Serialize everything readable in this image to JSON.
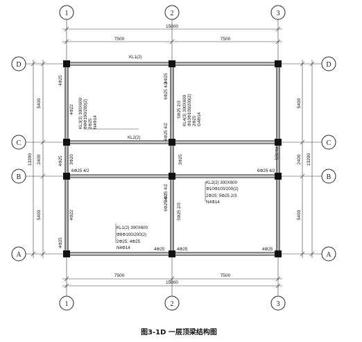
{
  "caption": "图3-1D    一层顶梁结构图",
  "axes": {
    "columns": [
      {
        "name": "col-axis-1",
        "label": "1"
      },
      {
        "name": "col-axis-2",
        "label": "2"
      },
      {
        "name": "col-axis-3",
        "label": "3"
      }
    ],
    "rows": [
      {
        "name": "row-axis-D",
        "label": "D"
      },
      {
        "name": "row-axis-C",
        "label": "C"
      },
      {
        "name": "row-axis-B",
        "label": "B"
      },
      {
        "name": "row-axis-A",
        "label": "A"
      }
    ]
  },
  "dimensions": {
    "top_total": "15000",
    "top_left": "7500",
    "top_right": "7500",
    "bottom_left": "7500",
    "bottom_right": "7500",
    "bottom_total": "15000",
    "left_dc": "5400",
    "left_cb": "2400",
    "left_ba": "5400",
    "left_total": "13200",
    "right_dc": "5400",
    "right_cb": "2400",
    "right_ba": "5400",
    "right_total": "13200"
  },
  "labels": {
    "kl1_top": "KL1(2)",
    "kl2_mid": "KL2(2)",
    "kl3_right": "KL3(3)",
    "d1_4phi25": "4Φ25",
    "d1_4phi22": "4Φ22",
    "kl3_left_block": [
      "KL3(3) 300X600",
      "Φ8Φ100/200(2)",
      "2Φ25",
      "N4Φ14"
    ],
    "mid_top_4phi25": "4Φ25",
    "mid_top_6phi25_42": "6Φ25  4/2",
    "kl4_block": [
      "KL4(3) 300X600",
      "Φ10Φ100/200(2)",
      "2Φ25",
      "G4Φ14"
    ],
    "mid_5phi25_23_upper": "5Φ25  2/3",
    "mid_6phi25_42_upper2": "6Φ25  4/2",
    "c_left_4phi25": "4Φ25",
    "c_left_3phi20": "3Φ20",
    "c_mid_6phi25_42": "6Φ25  4/2",
    "b_left_6phi25_42": "6Φ25  4/2",
    "b_mid_3phi25": "3Φ25",
    "b_right_6phi25_42": "6Φ25  4/2",
    "kl2_block": [
      "KL2(2) 300X600",
      "Φ10Φ100/200(2)",
      "2Φ25; 5Φ25 2/3",
      "N4Φ14"
    ],
    "lower_mid_6phi25_42": "6Φ25  4/2",
    "lower_mid_5phi25_23": "5Φ25  2/3",
    "lower_left_4phi22": "4Φ22",
    "lower_mid_6phi25_42b": "6Φ25  4/2",
    "kl1_block": [
      "KL1(2) 300X600",
      "Φ8Φ100/200(2)",
      "2Φ25; 4Φ25",
      "N4Φ14"
    ],
    "a_left_4phi25": "4Φ25",
    "a_mid_4phi25": "4Φ25",
    "a_mid2_4phi25": "4Φ25",
    "a_right_4phi25": "4Φ25"
  }
}
